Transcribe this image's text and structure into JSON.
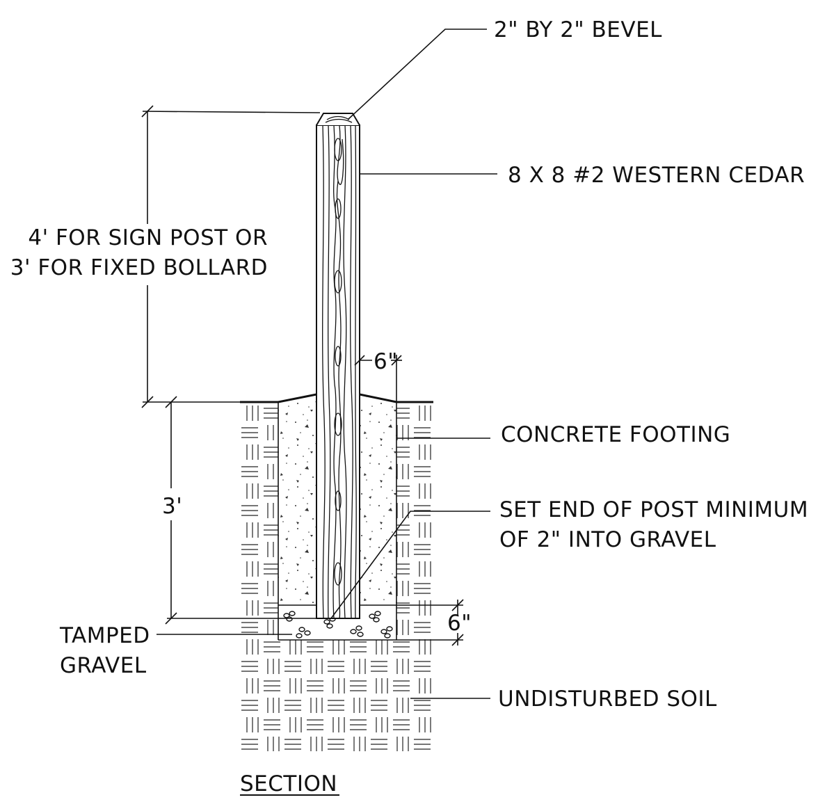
{
  "drawing": {
    "labels": {
      "bevel": "2\" BY 2\" BEVEL",
      "post": "8 X 8 #2 WESTERN CEDAR",
      "height_line1": "4' FOR SIGN POST OR",
      "height_line2": "3' FOR FIXED BOLLARD",
      "clearance": "6\"",
      "footing": "CONCRETE FOOTING",
      "depth": "3'",
      "set_end_line1": "SET END OF POST MINIMUM",
      "set_end_line2": "OF 2\" INTO GRAVEL",
      "gravel_depth": "6\"",
      "gravel_line1": "TAMPED",
      "gravel_line2": "GRAVEL",
      "soil": "UNDISTURBED SOIL",
      "title": "SECTION"
    }
  }
}
